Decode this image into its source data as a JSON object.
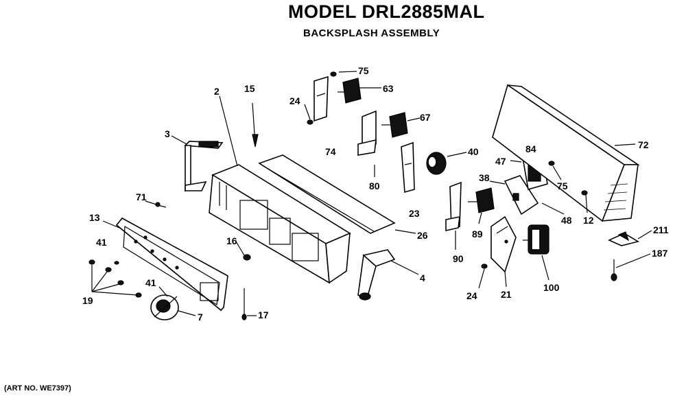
{
  "header": {
    "title": "MODEL DRL2885MAL",
    "subtitle": "BACKSPLASH ASSEMBLY"
  },
  "footer": {
    "art_no": "(ART NO. WE7397)"
  },
  "callouts": {
    "c2": "2",
    "c15": "15",
    "c3": "3",
    "c71": "71",
    "c13": "13",
    "c41a": "41",
    "c19": "19",
    "c41b": "41",
    "c7": "7",
    "c16": "16",
    "c17": "17",
    "c75a": "75",
    "c63": "63",
    "c24a": "24",
    "c74": "74",
    "c67": "67",
    "c80": "80",
    "c40": "40",
    "c23": "23",
    "c26": "26",
    "c4": "4",
    "c38": "38",
    "c89": "89",
    "c90": "90",
    "c24b": "24",
    "c21": "21",
    "c100": "100",
    "c47": "47",
    "c84": "84",
    "c75b": "75",
    "c48": "48",
    "c12": "12",
    "c72": "72",
    "c211": "211",
    "c187": "187"
  }
}
